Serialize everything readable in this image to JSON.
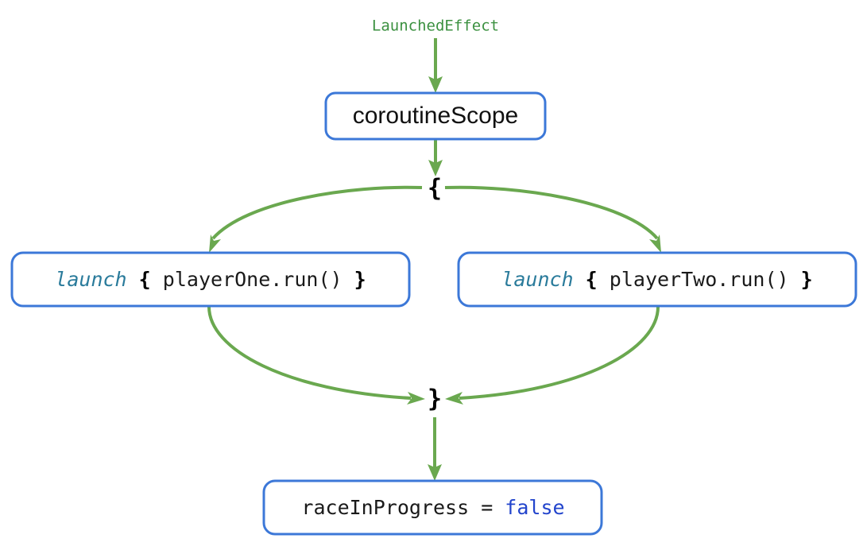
{
  "diagram": {
    "title_label": "LaunchedEffect",
    "accent_green": "#6aa84f",
    "accent_blue": "#3c78d8",
    "keyword_blue": "#2a7b9b",
    "literal_blue": "#2244cc",
    "label_green": "#3c9141",
    "nodes": {
      "source": {
        "name": "launched-effect-label",
        "text": "LaunchedEffect"
      },
      "scope": {
        "name": "coroutine-scope-node",
        "text": "coroutineScope"
      },
      "open_brace": {
        "name": "open-brace-junction",
        "text": "{"
      },
      "close_brace": {
        "name": "close-brace-junction",
        "text": "}"
      },
      "launch_left": {
        "name": "launch-player-one-node",
        "keyword": "launch",
        "brace_open": "{",
        "body": "playerOne.run()",
        "brace_close": "}",
        "full_text": "launch { playerOne.run() }"
      },
      "launch_right": {
        "name": "launch-player-two-node",
        "keyword": "launch",
        "brace_open": "{",
        "body": "playerTwo.run()",
        "brace_close": "}",
        "full_text": "launch { playerTwo.run() }"
      },
      "result": {
        "name": "race-in-progress-node",
        "expression": "raceInProgress = ",
        "literal": "false",
        "full_text": "raceInProgress = false"
      }
    },
    "edges": [
      {
        "from": "LaunchedEffect",
        "to": "coroutineScope"
      },
      {
        "from": "coroutineScope",
        "to": "{"
      },
      {
        "from": "{",
        "to": "launch { playerOne.run() }"
      },
      {
        "from": "{",
        "to": "launch { playerTwo.run() }"
      },
      {
        "from": "launch { playerOne.run() }",
        "to": "}"
      },
      {
        "from": "launch { playerTwo.run() }",
        "to": "}"
      },
      {
        "from": "}",
        "to": "raceInProgress = false"
      }
    ]
  }
}
